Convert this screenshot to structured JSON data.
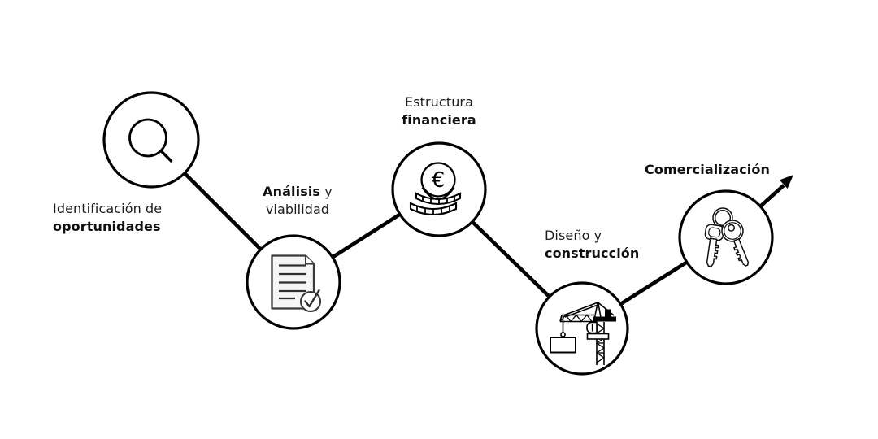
{
  "diagram": {
    "kind": "process-flow-zigzag",
    "background_color": "#ffffff",
    "line_color": "#000000",
    "text_color": "#1c1c1c",
    "euro_symbol": "€",
    "arrow": "growth-arrow",
    "steps": [
      {
        "icon": "search-icon",
        "line1": "Identificación de",
        "line2": "oportunidades"
      },
      {
        "icon": "document-check-icon",
        "line1_bold": "Análisis",
        "line1_rest": " y",
        "line2": "viabilidad"
      },
      {
        "icon": "euro-coins-icon",
        "line1": "Estructura",
        "line2": "financiera"
      },
      {
        "icon": "crane-icon",
        "line1": "Diseño y",
        "line2": "construcción"
      },
      {
        "icon": "keys-icon",
        "line1": "Comercialización"
      }
    ]
  }
}
